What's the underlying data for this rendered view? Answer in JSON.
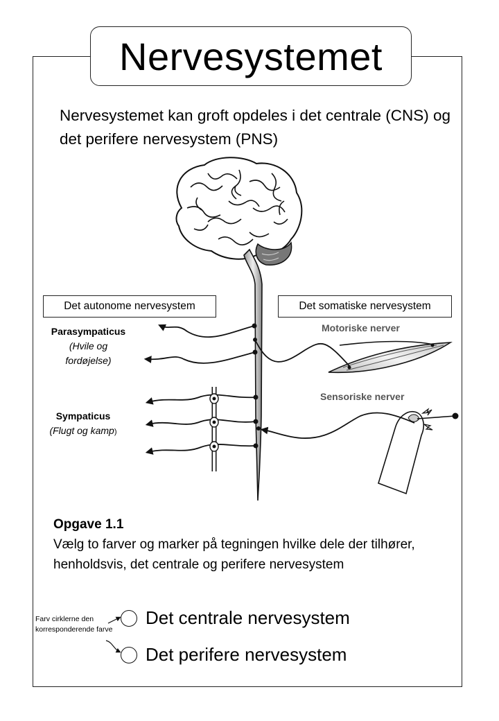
{
  "title": "Nervesystemet",
  "intro": "Nervesystemet  kan groft opdeles i det centrale (CNS) og det perifere nervesystem (PNS)",
  "boxes": {
    "autonome": "Det autonome nervesystem",
    "somatiske": "Det somatiske nervesystem"
  },
  "para": {
    "name": "Parasympaticus",
    "desc1": "(Hvile og",
    "desc2": "fordøjelse)"
  },
  "symp": {
    "name": "Sympaticus",
    "desc1": "(Flugt og kamp",
    "desc2": ")"
  },
  "motor": "Motoriske nerver",
  "sensor": "Sensoriske nerver",
  "task": {
    "heading": "Opgave 1.1",
    "text": "Vælg to farver og marker på tegningen hvilke dele der tilhører, henholdsvis, det centrale og perifere nervesystem"
  },
  "legend": {
    "central": "Det centrale nervesystem",
    "perifere": "Det perifere nervesystem"
  },
  "note": "Farv cirklerne den korresponderende farve"
}
